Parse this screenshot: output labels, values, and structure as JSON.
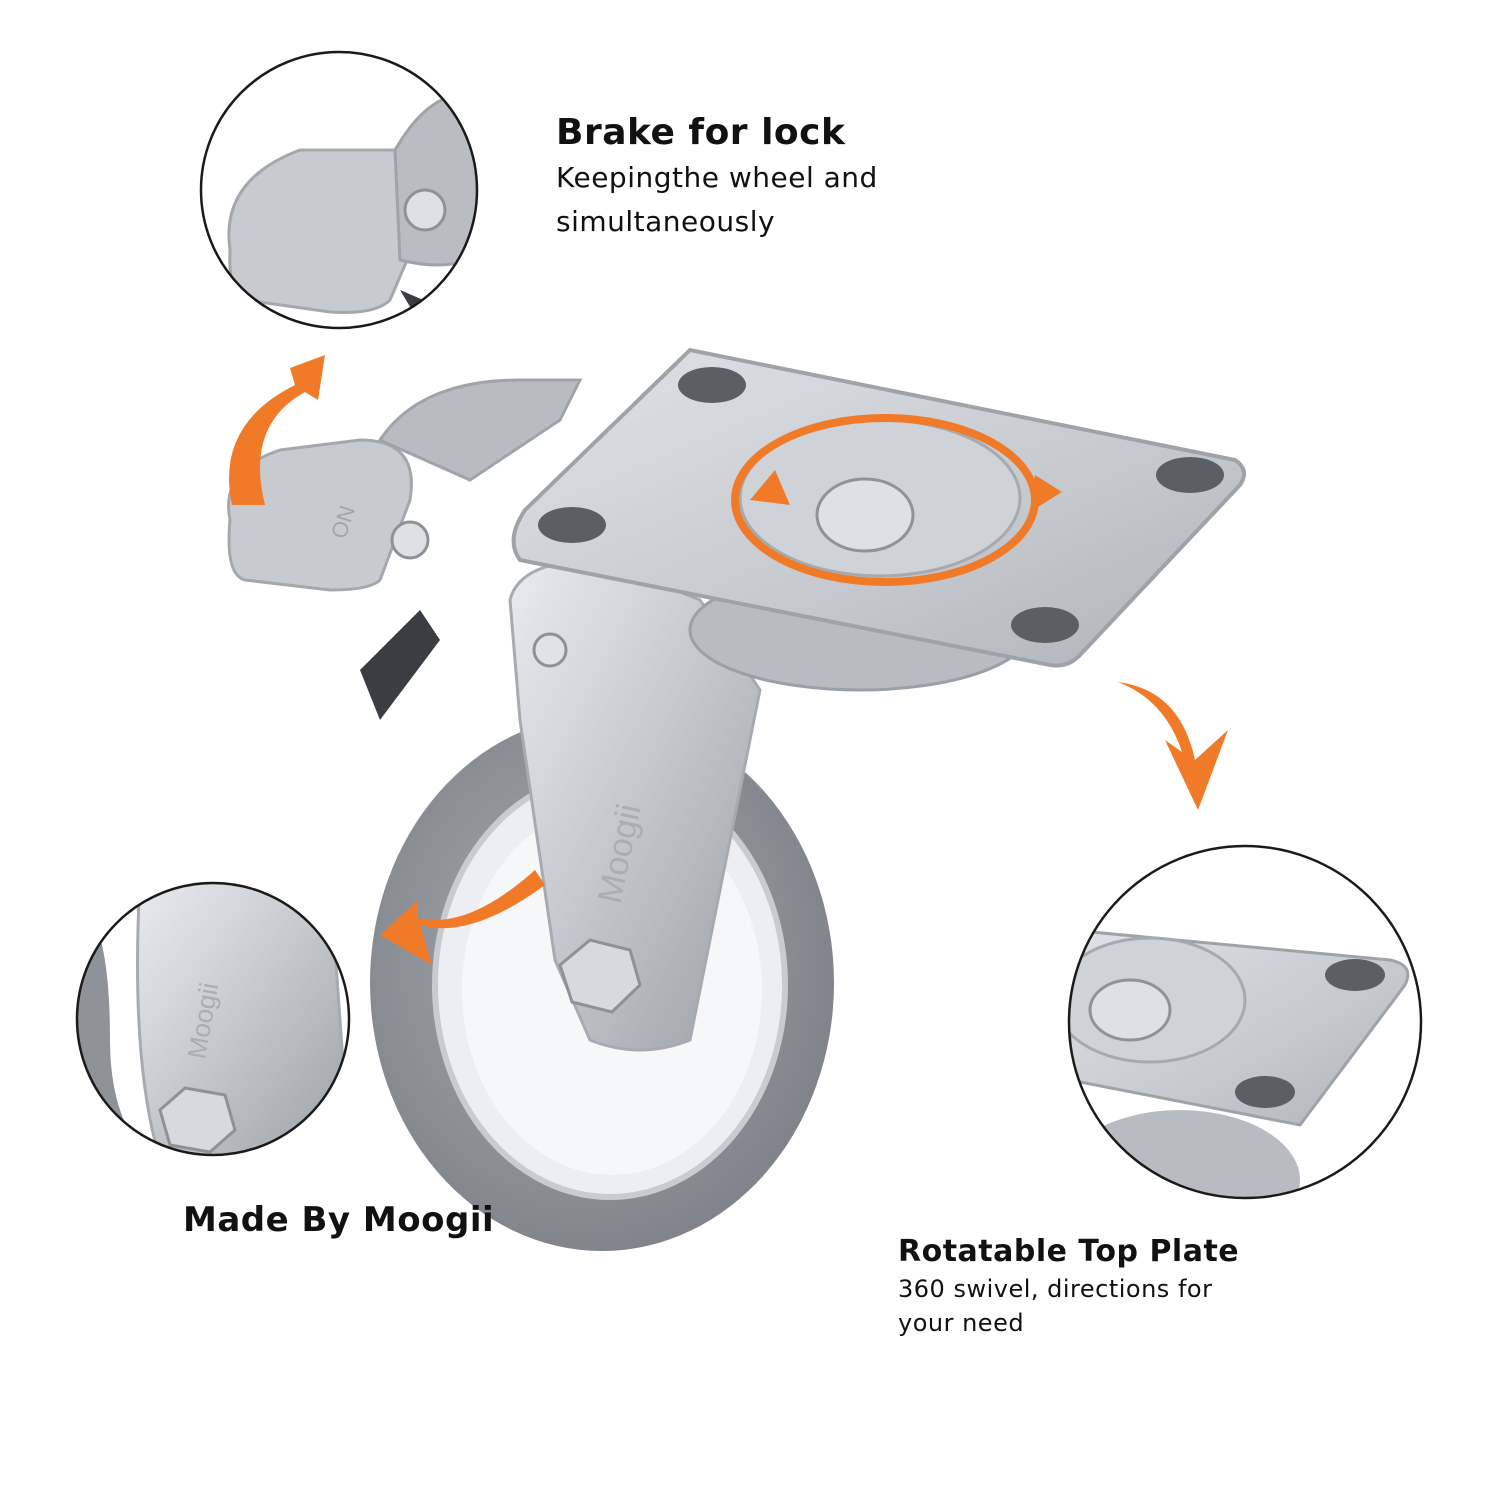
{
  "features": {
    "brake": {
      "title": "Brake for lock",
      "desc_lines": [
        "Keepingthe wheel and",
        "simultaneously"
      ]
    },
    "maker": {
      "title": "Made By Moogii"
    },
    "plate": {
      "title": "Rotatable Top Plate",
      "desc_lines": [
        "360 swivel, directions for",
        "your need"
      ]
    }
  },
  "product": {
    "brand_mark": "Moogii",
    "pedal_mark": "ON"
  },
  "colors": {
    "accent": "#f07a28",
    "metal": "#c9ccd1",
    "metal_dark": "#9ea3aa",
    "tire": "#8e9299",
    "hub": "#eef0f3",
    "pedal": "#c8cbcf",
    "outline": "#1a1a1a"
  }
}
